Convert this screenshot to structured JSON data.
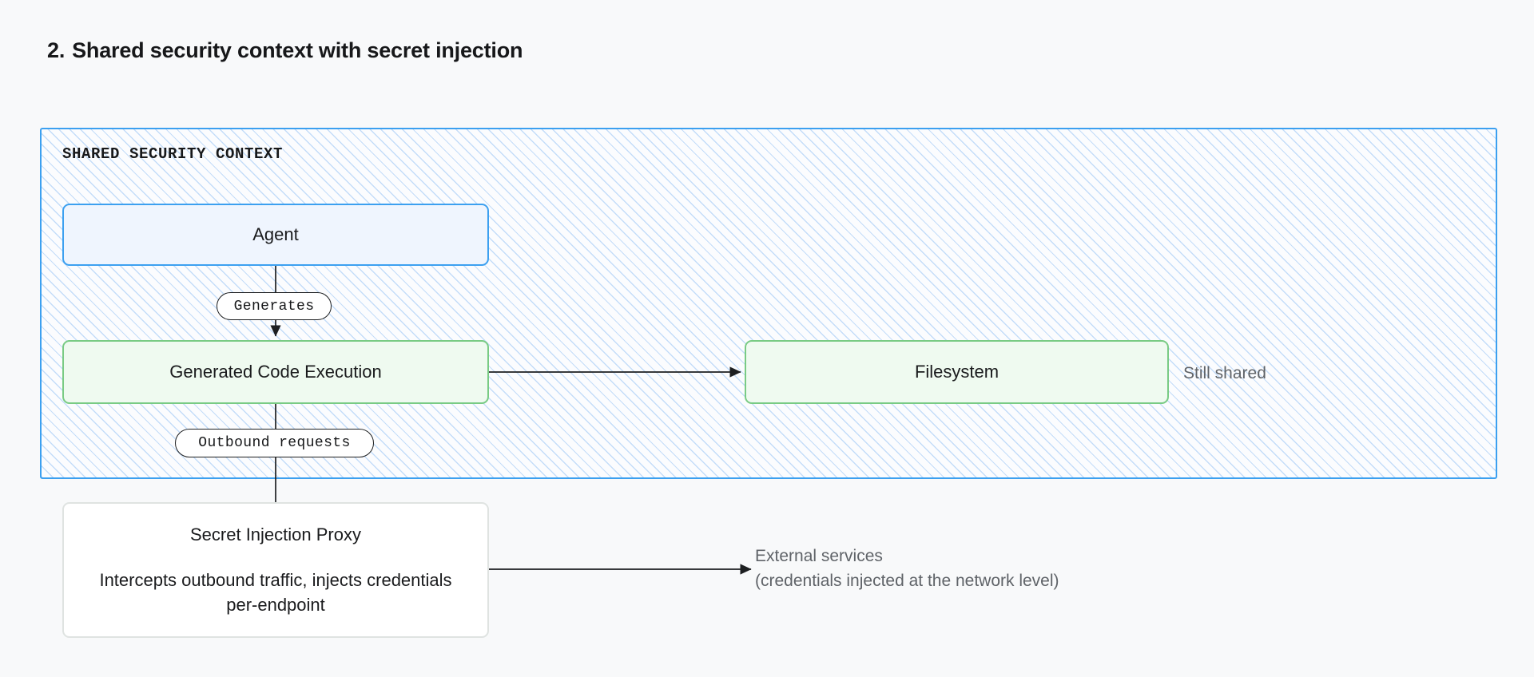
{
  "page": {
    "background": "#f8f9fa",
    "title_number": "2.",
    "title_text": "Shared security context with secret injection"
  },
  "colors": {
    "context_border": "#3ca0f0",
    "context_hatch": "#96c3f5",
    "agent_border": "#3ca0f0",
    "agent_fill": "#eff5fe",
    "green_border": "#79cb84",
    "green_fill": "#effaf0",
    "proxy_border": "#dfe3e1",
    "proxy_fill": "#ffffff",
    "note_text": "#5f6368",
    "arrow": "#1d1f21"
  },
  "context": {
    "label": "SHARED SECURITY CONTEXT"
  },
  "nodes": {
    "agent": {
      "label": "Agent"
    },
    "generated_code": {
      "label": "Generated Code Execution"
    },
    "filesystem": {
      "label": "Filesystem"
    },
    "proxy": {
      "title": "Secret Injection Proxy",
      "description": "Intercepts outbound traffic, injects credentials per-endpoint"
    }
  },
  "edges": {
    "generates": {
      "label": "Generates"
    },
    "outbound": {
      "label": "Outbound requests"
    }
  },
  "notes": {
    "still_shared": "Still shared",
    "external_line1": "External services",
    "external_line2": "(credentials injected at the network level)"
  }
}
